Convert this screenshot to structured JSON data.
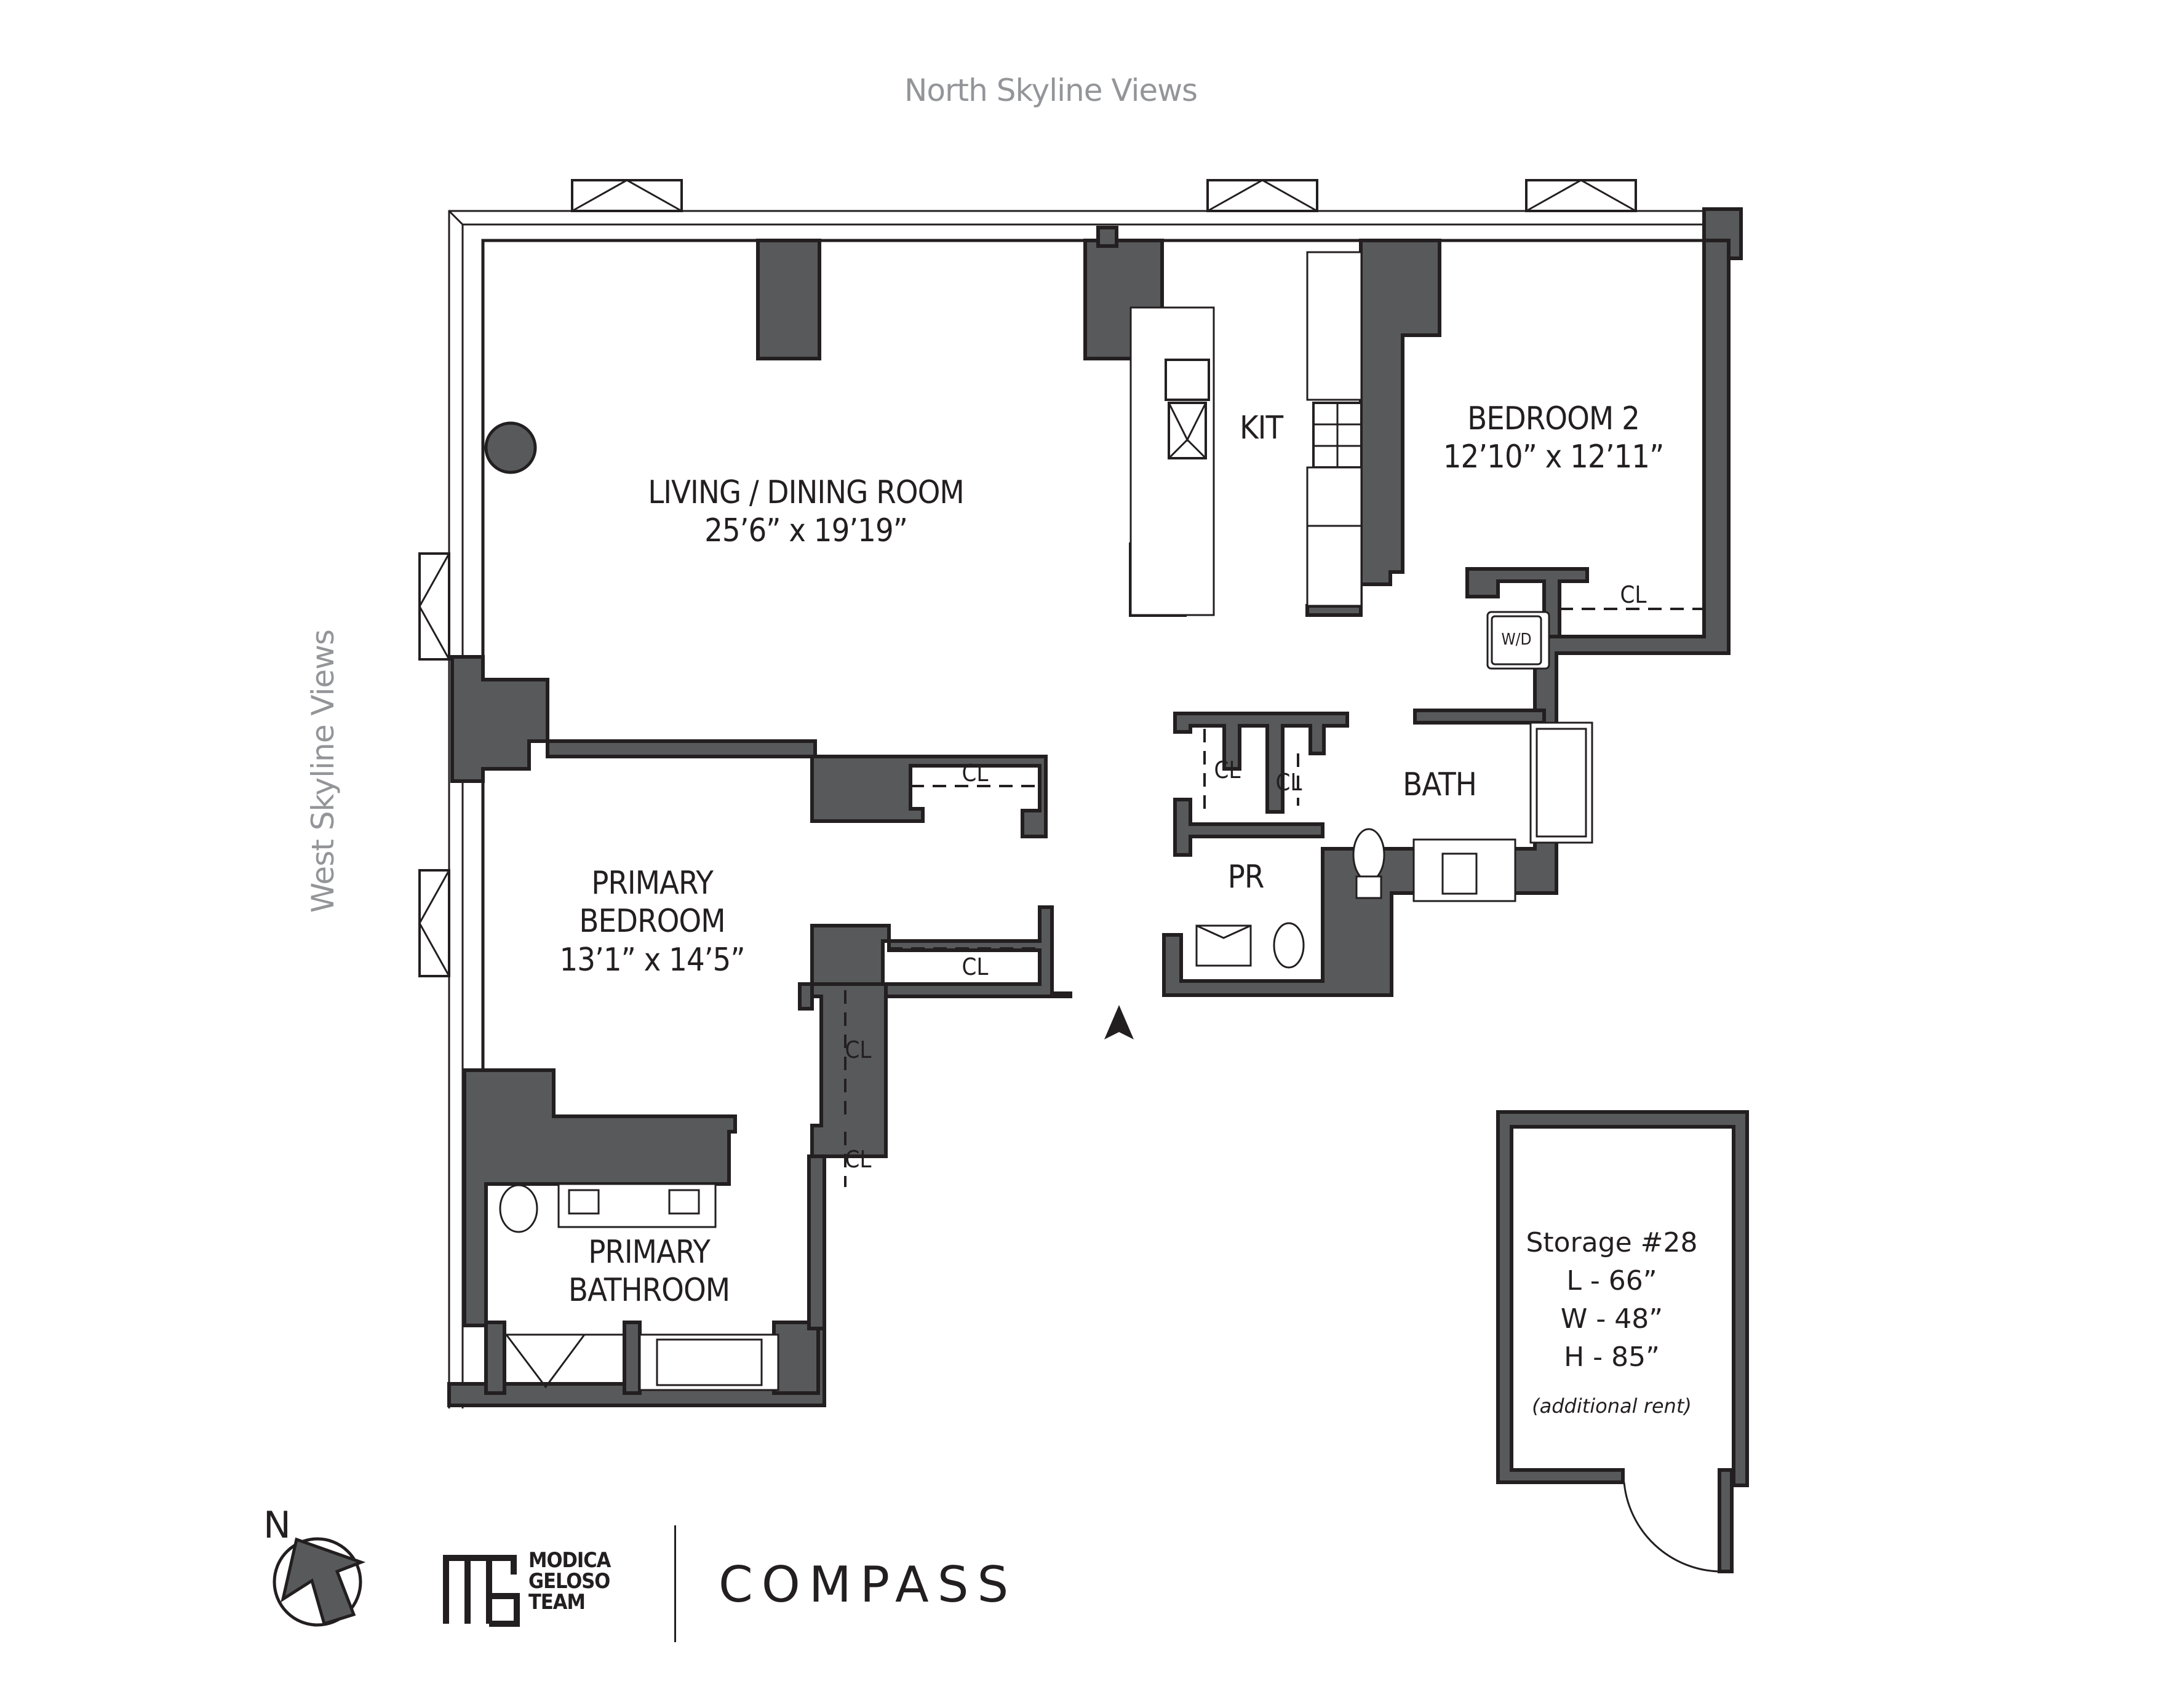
{
  "views": {
    "north": "North Skyline Views",
    "west": "West Skyline Views"
  },
  "rooms": {
    "living": {
      "name": "LIVING / DINING ROOM",
      "dims": "25’6” x 19’19”"
    },
    "kitchen": {
      "name": "KIT"
    },
    "bedroom2": {
      "name": "BEDROOM 2",
      "dims": "12’10” x 12’11”"
    },
    "primary_bedroom": {
      "name_line1": "PRIMARY",
      "name_line2": "BEDROOM",
      "dims": "13’1” x 14’5”"
    },
    "primary_bathroom": {
      "name_line1": "PRIMARY",
      "name_line2": "BATHROOM"
    },
    "bath": {
      "name": "BATH"
    },
    "powder_room": {
      "name": "PR"
    },
    "washer_dryer": {
      "name": "W/D"
    }
  },
  "closets": [
    {
      "id": "bedroom2-closet",
      "label": "CL"
    },
    {
      "id": "hall-closet-left",
      "label": "CL"
    },
    {
      "id": "hall-closet-right",
      "label": "CL"
    },
    {
      "id": "primary-closet-top",
      "label": "CL"
    },
    {
      "id": "primary-closet-mid",
      "label": "CL"
    },
    {
      "id": "primary-closet-side-upper",
      "label": "CL"
    },
    {
      "id": "primary-closet-side-lower",
      "label": "CL"
    }
  ],
  "storage": {
    "title": "Storage #28",
    "length": "L - 66”",
    "width": "W - 48”",
    "height": "H - 85”",
    "note": "(additional rent)"
  },
  "north_arrow": {
    "label": "N"
  },
  "branding": {
    "team_line1": "MODICA",
    "team_line2": "GELOSO",
    "team_line3": "TEAM",
    "brokerage": "COMPASS"
  },
  "colors": {
    "wall": "#58595b",
    "line": "#231f20",
    "view_text": "#939598"
  }
}
